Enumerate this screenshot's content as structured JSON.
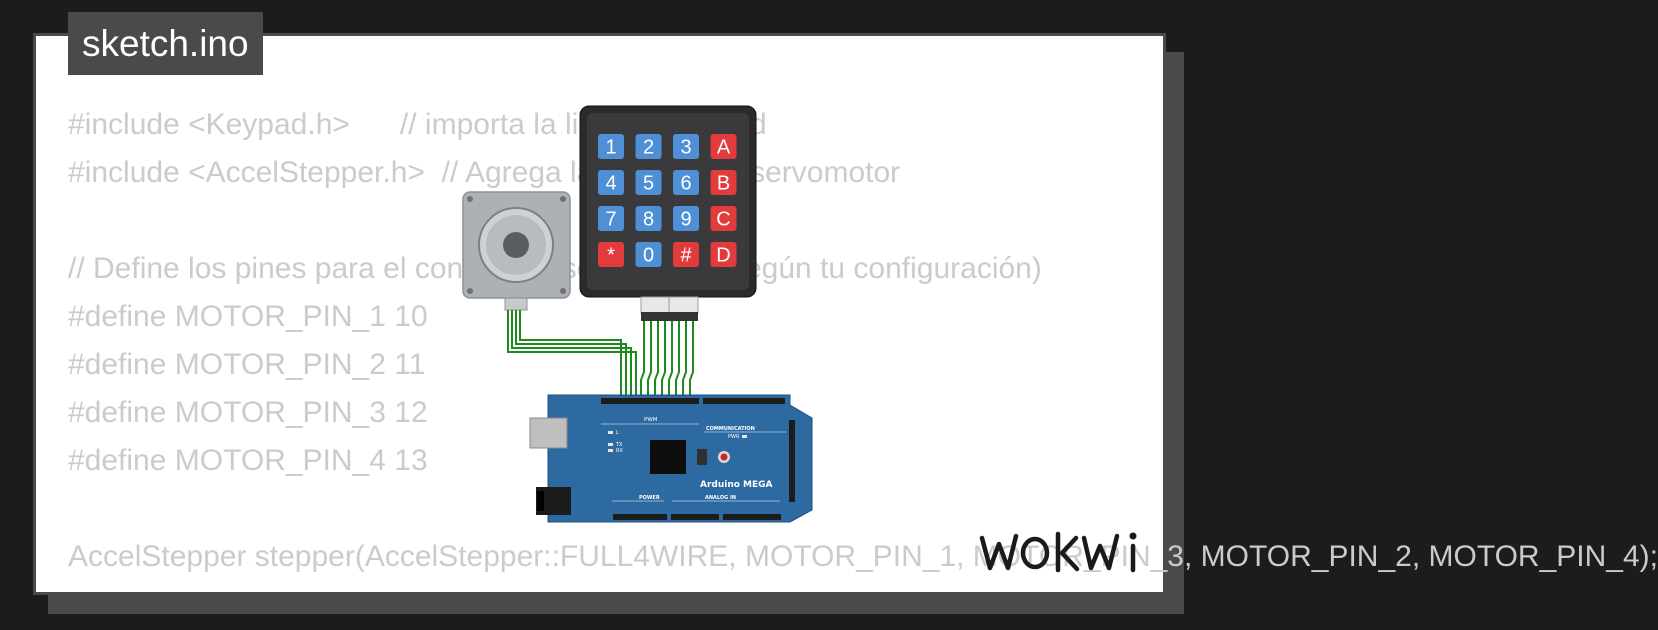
{
  "tab": {
    "filename": "sketch.ino"
  },
  "code_lines": [
    "#include <Keypad.h>      // importa la librería Keypad",
    "#include <AccelStepper.h>  // Agrega la librería del servomotor",
    "",
    "// Define los pines para el control del servomotor (según tu configuración)",
    "#define MOTOR_PIN_1 10",
    "#define MOTOR_PIN_2 11",
    "#define MOTOR_PIN_3 12",
    "#define MOTOR_PIN_4 13",
    "",
    "AccelStepper stepper(AccelStepper::FULL4WIRE, MOTOR_PIN_1, MOTOR_PIN_3, MOTOR_PIN_2, MOTOR_PIN_4);"
  ],
  "keypad": {
    "keys": [
      "1",
      "2",
      "3",
      "A",
      "4",
      "5",
      "6",
      "B",
      "7",
      "8",
      "9",
      "C",
      "*",
      "0",
      "#",
      "D"
    ]
  },
  "board": {
    "name": "Arduino MEGA",
    "power_label": "POWER",
    "analog_label": "ANALOG IN",
    "pwm_label": "PWM",
    "comm_label": "COMMUNICATION",
    "led_l": "L",
    "led_tx": "TX",
    "led_rx": "RX",
    "pwr_label": "PWR"
  },
  "brand": {
    "logo_text": "WOKWI"
  },
  "colors": {
    "background": "#1c1c1c",
    "card": "#ffffff",
    "code_text": "#cbcbcb",
    "tab_bg": "#4a4a4a",
    "wire": "#1e8a1e",
    "key_blue": "#4f8fd6",
    "key_red": "#e23b3b",
    "board_blue": "#2d6aa1"
  }
}
